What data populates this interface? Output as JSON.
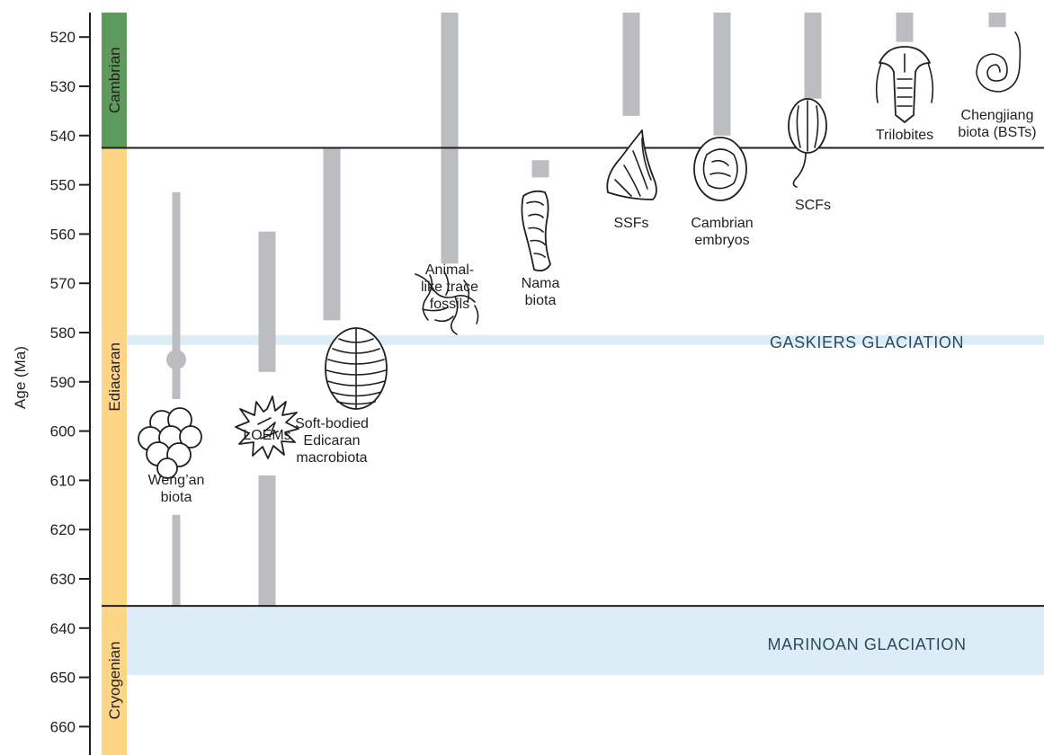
{
  "chart_data": {
    "type": "range",
    "ylabel": "Age (Ma)",
    "yrange": [
      515,
      667
    ],
    "y_inverted": true,
    "ticks": [
      520,
      530,
      540,
      550,
      560,
      570,
      580,
      590,
      600,
      610,
      620,
      630,
      640,
      650,
      660
    ],
    "tick_labels": [
      "520",
      "530",
      "540",
      "550",
      "560",
      "570",
      "580",
      "590",
      "600",
      "610",
      "620",
      "630",
      "640",
      "650",
      "660"
    ],
    "periods": [
      {
        "name": "Cambrian",
        "from": 515,
        "to": 542.5,
        "color": "#5d9a5b"
      },
      {
        "name": "Ediacaran",
        "from": 542.5,
        "to": 635.5,
        "color": "#fdd587"
      },
      {
        "name": "Cryogenian",
        "from": 635.5,
        "to": 667,
        "color": "#fdd587"
      }
    ],
    "boundaries": [
      542.5,
      635.5
    ],
    "glaciations": [
      {
        "label": "GASKIERS GLACIATION",
        "from": 580.5,
        "to": 582.5,
        "color": "#dcedf7"
      },
      {
        "label": "MARINOAN GLACIATION",
        "from": 635.5,
        "to": 649.5,
        "color": "#dcedf7"
      }
    ],
    "range_color": "#bcbdc0",
    "groups": [
      {
        "label": [
          "Weng’an",
          "biota"
        ],
        "icon": "wengan-embryo-cluster-icon",
        "segments": [
          {
            "from": 551.5,
            "to": 593.5,
            "width": "thin"
          },
          {
            "from": 617,
            "to": 635.5,
            "width": "thin"
          }
        ],
        "point": 585.5
      },
      {
        "label": [
          "LOEMs"
        ],
        "icon": "spiny-acritarch-icon",
        "segments": [
          {
            "from": 559.5,
            "to": 588,
            "width": "thick"
          },
          {
            "from": 609,
            "to": 635.5,
            "width": "thick"
          }
        ]
      },
      {
        "label": [
          "Soft-bodied",
          "Edicaran",
          "macrobiota"
        ],
        "icon": "frond-disc-icon",
        "segments": [
          {
            "from": 542.5,
            "to": 577.5,
            "width": "thick"
          }
        ]
      },
      {
        "label": [
          "Animal-",
          "like trace",
          "fossils"
        ],
        "icon": "trace-burrow-icon",
        "segments": [
          {
            "from": 515,
            "to": 566,
            "width": "thick"
          }
        ]
      },
      {
        "label": [
          "Nama",
          "biota"
        ],
        "icon": "tubular-fossil-icon",
        "segments": [
          {
            "from": 545,
            "to": 548.5,
            "width": "thick"
          }
        ]
      },
      {
        "label": [
          "SSFs"
        ],
        "icon": "small-shelly-fossil-icon",
        "segments": [
          {
            "from": 515,
            "to": 536,
            "width": "thick"
          }
        ]
      },
      {
        "label": [
          "Cambrian",
          "embryos"
        ],
        "icon": "embryo-icon",
        "segments": [
          {
            "from": 515,
            "to": 540,
            "width": "thick"
          }
        ]
      },
      {
        "label": [
          "SCFs"
        ],
        "icon": "carbonaceous-fossil-icon",
        "segments": [
          {
            "from": 515,
            "to": 532.5,
            "width": "thick"
          }
        ]
      },
      {
        "label": [
          "Trilobites"
        ],
        "icon": "trilobite-icon",
        "segments": [
          {
            "from": 515,
            "to": 521,
            "width": "thick"
          }
        ]
      },
      {
        "label": [
          "Chengjiang",
          "biota (BSTs)"
        ],
        "icon": "coiled-worm-icon",
        "segments": [
          {
            "from": 515,
            "to": 518,
            "width": "thick"
          }
        ]
      }
    ]
  }
}
